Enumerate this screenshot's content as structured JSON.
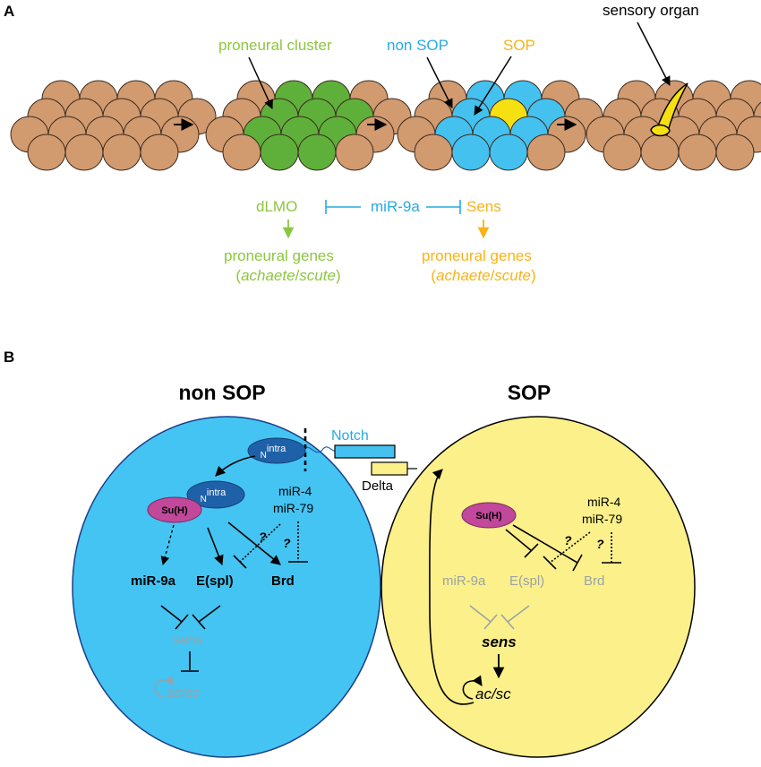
{
  "panelA": {
    "label": "A",
    "stage_labels": {
      "proneural": "proneural cluster",
      "nonsop": "non SOP",
      "sop": "SOP",
      "organ": "sensory organ"
    },
    "reg": {
      "dlmo": "dLMO",
      "mir9a": "miR-9a",
      "sens": "Sens",
      "genes_left": "proneural genes",
      "genes_right": "proneural genes",
      "ac": "achaete",
      "slash": "/",
      "sc": "scute",
      "lp": "(",
      "rp": ")"
    }
  },
  "panelB": {
    "label": "B",
    "left_title": "non SOP",
    "right_title": "SOP",
    "notch": "Notch",
    "delta": "Delta",
    "n": "N",
    "intra": "intra",
    "suh": "Su(H)",
    "mir4": "miR-4",
    "mir79": "miR-79",
    "q": "?",
    "mir9a": "miR-9a",
    "espl": "E(spl)",
    "brd": "Brd",
    "sens": "sens",
    "acsc": "ac/sc"
  },
  "colors": {
    "cell": "#d19a6f",
    "cell_stroke": "#3a2a1e",
    "green": "#8dc63f",
    "green_cell": "#5fb03a",
    "blue_text": "#27aae1",
    "blue_cell": "#44c1ef",
    "sop_yellow": "#f7e012",
    "orange": "#f7b218",
    "nonsop_bg": "#44c4f2",
    "sop_bg": "#fbf08a",
    "nintra": "#1f61a9",
    "suh": "#c1489a",
    "grey": "#9aa3a8"
  }
}
